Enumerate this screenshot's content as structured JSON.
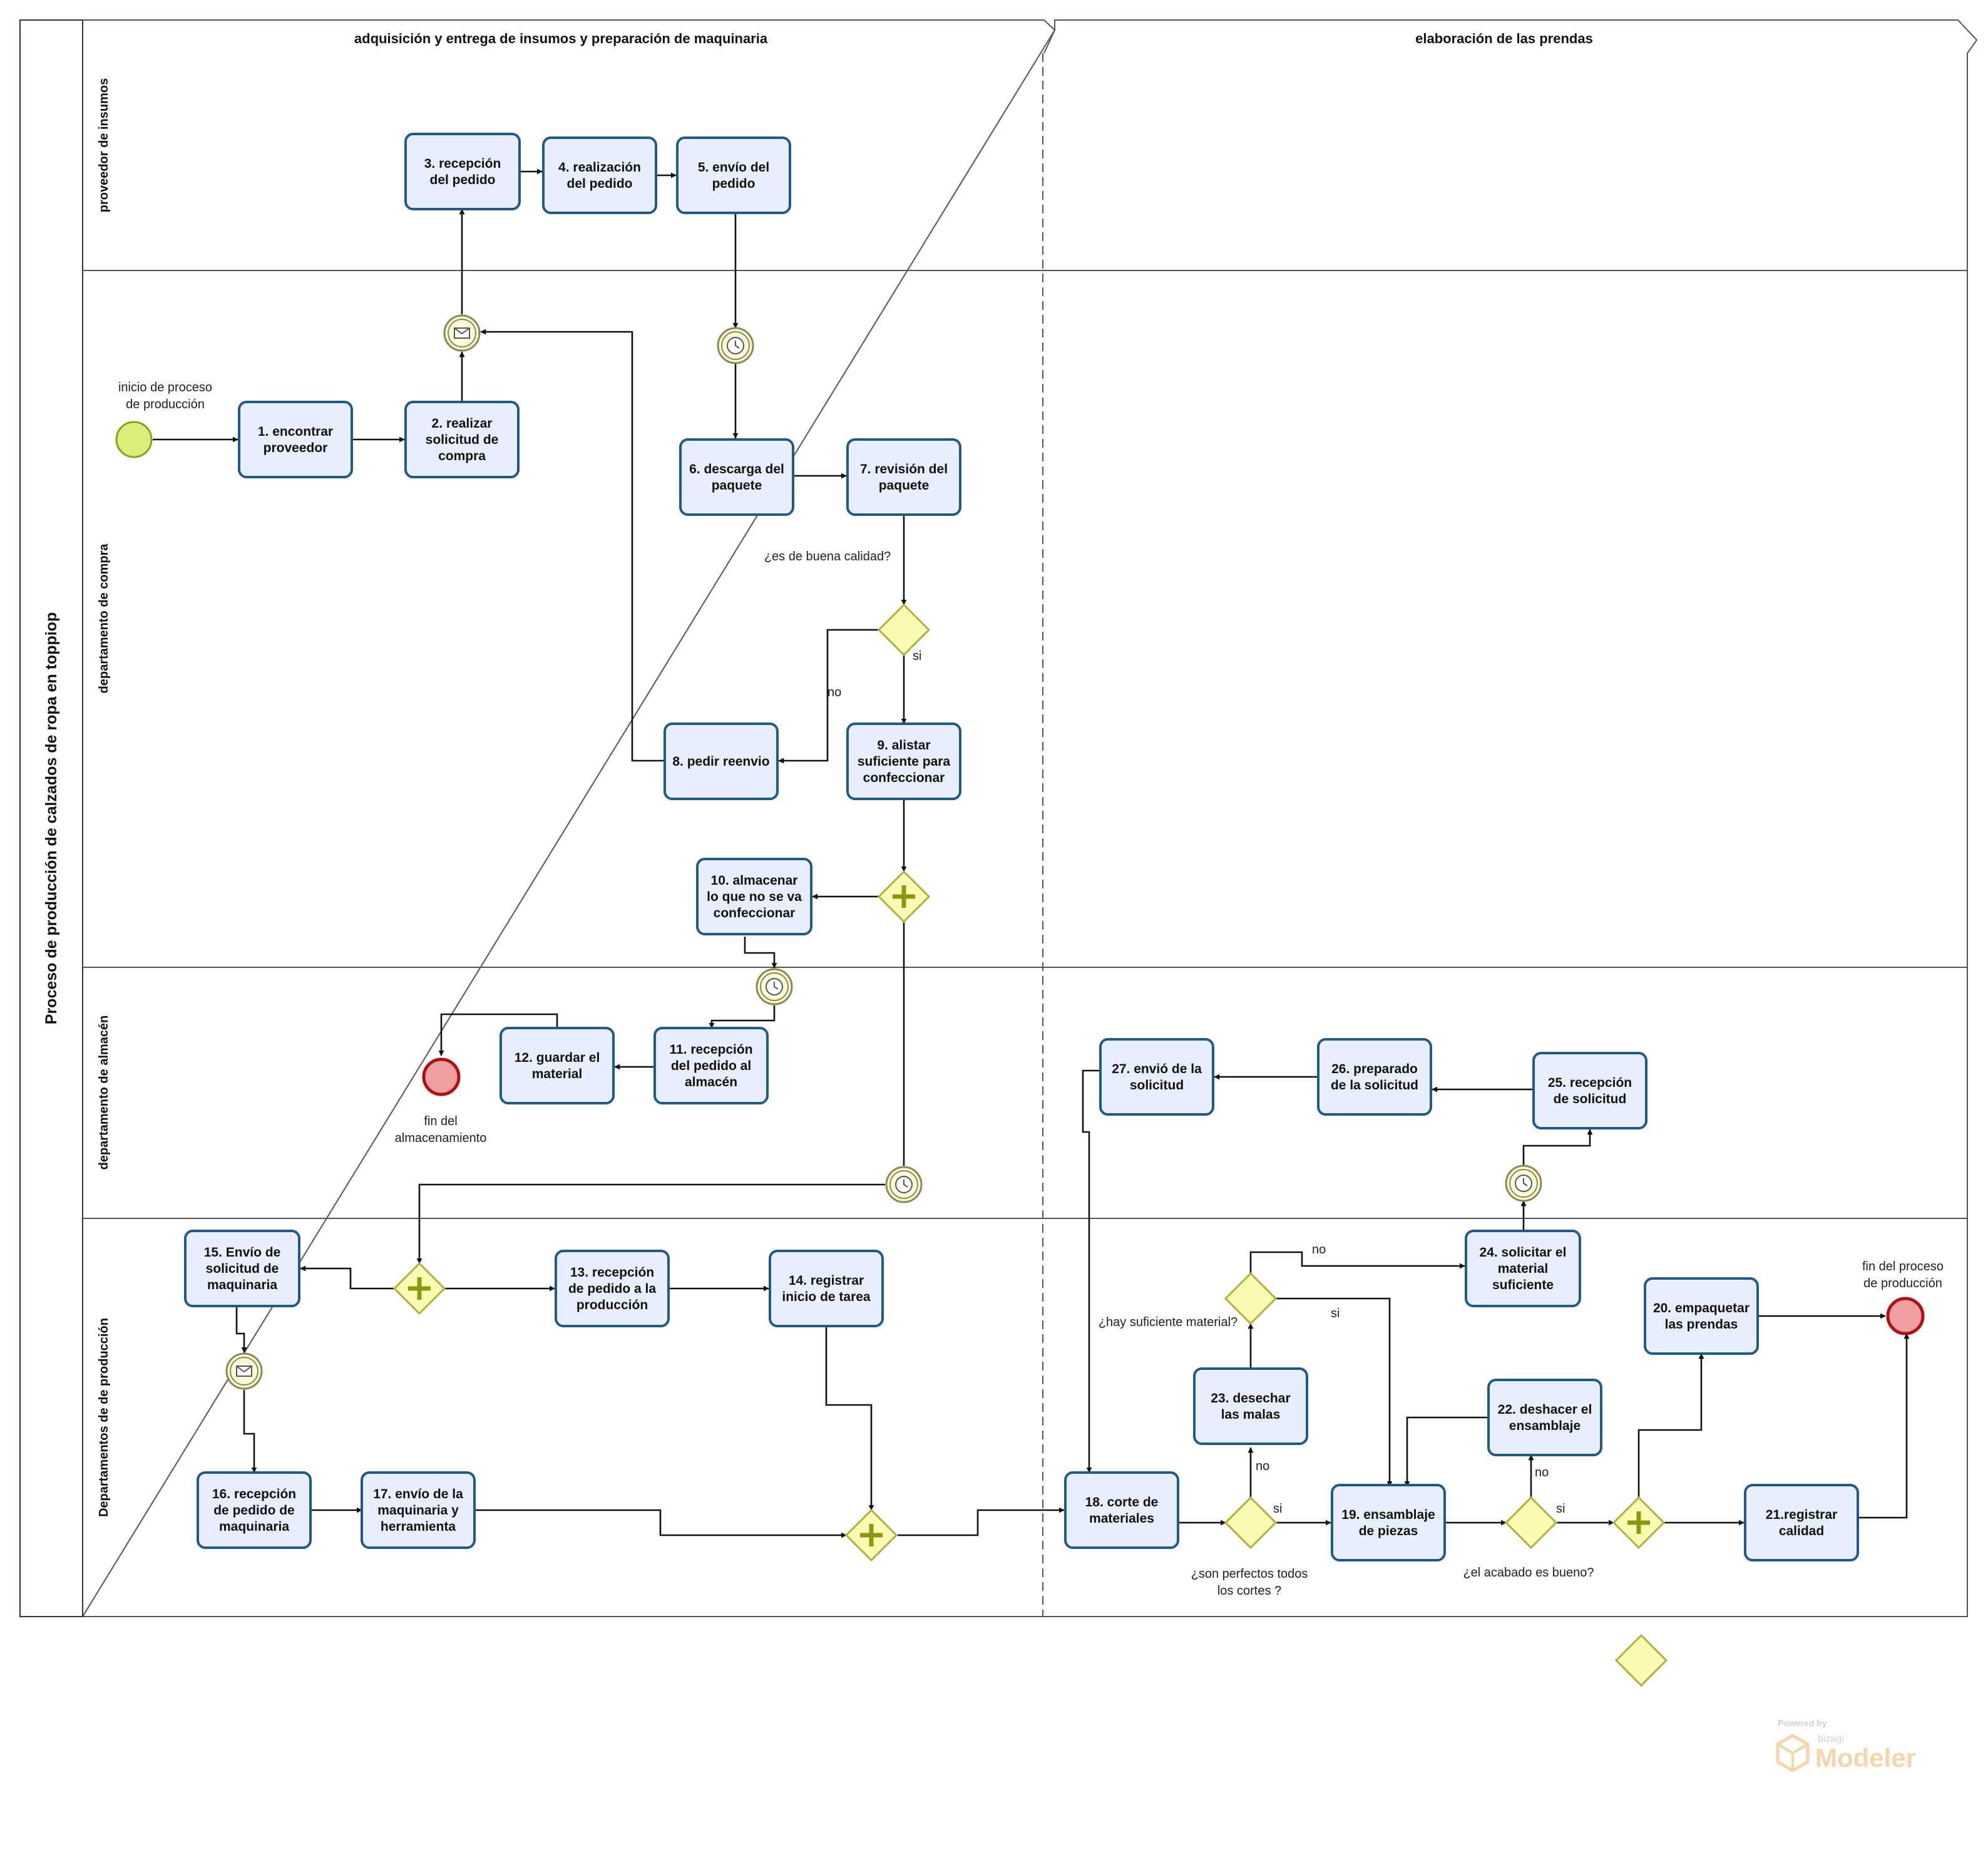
{
  "pool": {
    "title": "Proceso de producción de calzados de ropa en toppiop"
  },
  "phases": [
    "adquisición y entrega de insumos y preparación de maquinaria",
    "elaboración de las prendas"
  ],
  "lanes": [
    "proveedor de insumos",
    "departamento de compra",
    "departamento de almacén",
    "Departamentos de de producción"
  ],
  "tasks": {
    "t1": [
      "1. encontrar",
      "proveedor"
    ],
    "t2": [
      "2. realizar",
      "solicitud de",
      "compra"
    ],
    "t3": [
      "3. recepción",
      "del pedido"
    ],
    "t4": [
      "4. realización",
      "del pedido"
    ],
    "t5": [
      "5. envío del",
      "pedido"
    ],
    "t6": [
      "6. descarga del",
      "paquete"
    ],
    "t7": [
      "7. revisión del",
      "paquete"
    ],
    "t8": [
      "8. pedir reenvio"
    ],
    "t9": [
      "9. alistar",
      "suficiente para",
      "confeccionar"
    ],
    "t10": [
      "10. almacenar",
      "lo que no se va",
      "confeccionar"
    ],
    "t11": [
      "11. recepción",
      "del pedido al",
      "almacén"
    ],
    "t12": [
      "12. guardar el",
      "material"
    ],
    "t13": [
      "13. recepción",
      "de pedido a la",
      "producción"
    ],
    "t14": [
      "14. registrar",
      "inicio de tarea"
    ],
    "t15": [
      "15. Envío  de",
      "solicitud de",
      "maquinaria"
    ],
    "t16": [
      "16. recepción",
      "de pedido de",
      "maquinaria"
    ],
    "t17": [
      "17. envío de la",
      "maquinaria y",
      "herramienta"
    ],
    "t18": [
      "18. corte de",
      "materiales"
    ],
    "t19": [
      "19. ensamblaje",
      "de piezas"
    ],
    "t20": [
      "20. empaquetar",
      "las prendas"
    ],
    "t21": [
      "21.registrar",
      "calidad"
    ],
    "t22": [
      "22. deshacer el",
      "ensamblaje"
    ],
    "t23": [
      "23. desechar",
      "las malas"
    ],
    "t24": [
      "24. solicitar el",
      "material",
      "suficiente"
    ],
    "t25": [
      "25. recepción",
      "de solicitud"
    ],
    "t26": [
      "26. preparado",
      "de la solicitud"
    ],
    "t27": [
      "27. envió de la",
      "solicitud"
    ]
  },
  "labels": {
    "start": [
      "inicio de proceso",
      "de producción"
    ],
    "end_storage": [
      "fin del",
      "almacenamiento"
    ],
    "end_process": [
      "fin del proceso",
      "de producción"
    ],
    "q_quality": "¿es de buena calidad?",
    "q_material": "¿hay suficiente material?",
    "q_cuts": [
      "¿son perfectos todos",
      "los cortes ?"
    ],
    "q_finish": "¿el acabado es bueno?",
    "yes": "si",
    "no": "no"
  },
  "watermark": {
    "small": "Powered by",
    "brand": "bizagi",
    "product": "Modeler"
  },
  "colors": {
    "task_fill": "#e8eefb",
    "task_stroke": "#1f5a8c",
    "start_fill": "#d8f07a",
    "end_fill": "#f0a0a0",
    "gateway_fill": "#fafab0",
    "gateway_stroke": "#b0b040",
    "event_stroke": "#8a8a50"
  }
}
